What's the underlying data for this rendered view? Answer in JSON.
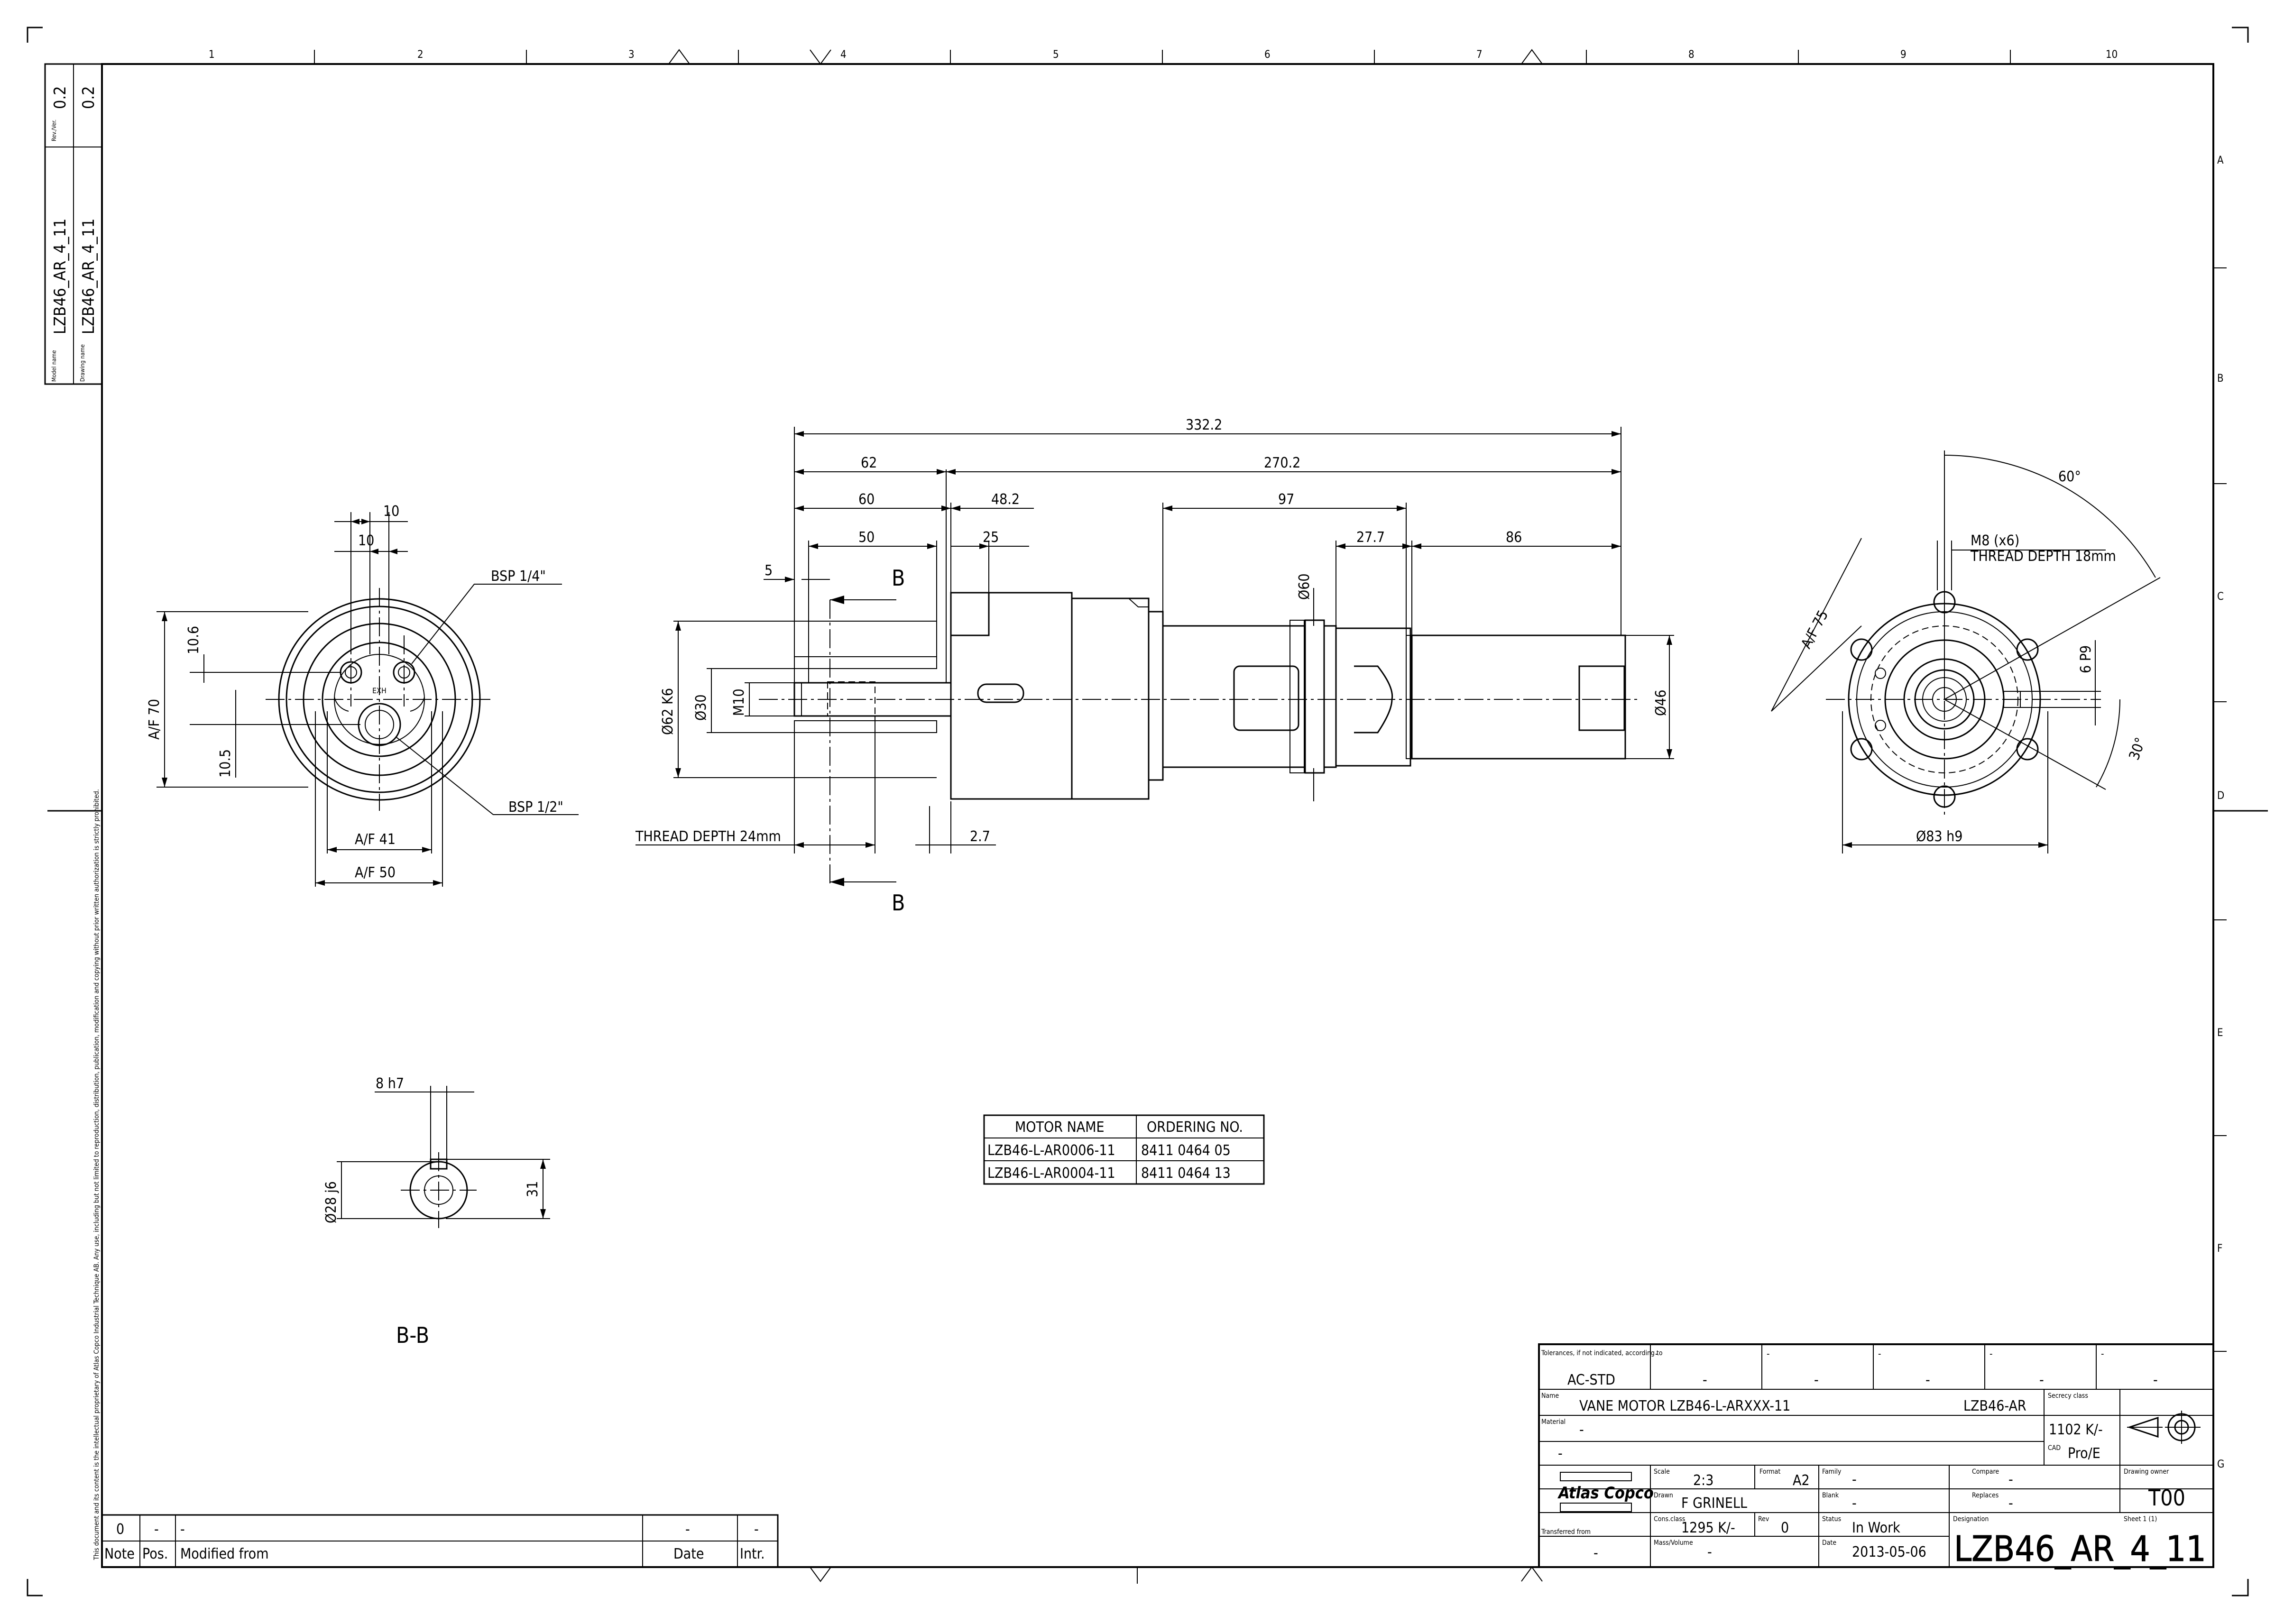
{
  "sheet": {
    "grid_columns": [
      "1",
      "2",
      "3",
      "4",
      "5",
      "6",
      "7",
      "8",
      "9",
      "10"
    ],
    "grid_rows": [
      "A",
      "B",
      "C",
      "D",
      "E",
      "F",
      "G"
    ]
  },
  "model_box": {
    "rev_label": "Rev./Ver.",
    "rev_value": "0.2",
    "rev2_value": "0.2",
    "model_label": "Model name",
    "model_value": "LZB46_AR_4_11",
    "drawing_label": "Drawing name",
    "drawing_value": "LZB46_AR_4_11"
  },
  "legal_text": "This document and its content is the intellectual proprietary of Atlas Copco Industrial Technique AB. Any use, including but not limited to reproduction, distribution, publication, modification and copying without prior written authorization is strictly prohibited.",
  "left_view": {
    "d_10_top": "10",
    "d_10_inner": "10",
    "d_10_6": "10.6",
    "d_10_5": "10.5",
    "d_af70": "A/F 70",
    "d_af41": "A/F 41",
    "d_af50": "A/F 50",
    "bsp14": "BSP 1/4\"",
    "bsp12": "BSP 1/2\""
  },
  "side_view": {
    "d_332": "332.2",
    "d_62": "62",
    "d_270": "270.2",
    "d_60": "60",
    "d_48": "48.2",
    "d_97": "97",
    "d_50": "50",
    "d_25": "25",
    "d_27_7": "27.7",
    "d_86": "86",
    "d_5": "5",
    "sec_b1": "B",
    "sec_b2": "B",
    "d_phi60": "Ø60",
    "d_phi62": "Ø62 K6",
    "d_phi30": "Ø30",
    "d_m10": "M10",
    "d_phi46": "Ø46",
    "thread": "THREAD DEPTH 24mm",
    "d_2_7": "2.7"
  },
  "right_view": {
    "d_60deg": "60°",
    "m8": "M8 (x6)",
    "thread": "THREAD DEPTH 18mm",
    "af75": "A/F 75",
    "p9": "6 P9",
    "d_30deg": "30°",
    "d_83": "Ø83 h9"
  },
  "section_bb": {
    "h7": "8 h7",
    "phi28": "Ø28 j6",
    "d31": "31",
    "label": "B-B"
  },
  "order_table": {
    "headers": [
      "MOTOR NAME",
      "ORDERING NO."
    ],
    "rows": [
      [
        "LZB46-L-AR0006-11",
        "8411 0464 05"
      ],
      [
        "LZB46-L-AR0004-11",
        "8411 0464 13"
      ]
    ]
  },
  "revision_block": {
    "row": [
      "0",
      "-",
      "-",
      "-",
      "-"
    ],
    "headers": [
      "Note",
      "Pos.",
      "Modified from",
      "Date",
      "Intr."
    ]
  },
  "title_block": {
    "tolerance_label": "Tolerances, if not indicated, according to",
    "tolerance_value": "AC-STD",
    "dash": "-",
    "name_label": "Name",
    "name_value": "VANE MOTOR LZB46-L-ARXXX-11",
    "name_code": "LZB46-AR",
    "material_label": "Material",
    "material_value": "-",
    "secrecy_label": "Secrecy class",
    "secrecy_value": "1102 K/-",
    "cad_label": "CAD",
    "cad_value": "Pro/E",
    "brand": "Atlas Copco",
    "scale_label": "Scale",
    "scale_value": "2:3",
    "format_label": "Format",
    "format_value": "A2",
    "family_label": "Family",
    "family_value": "-",
    "compare_label": "Compare",
    "compare_value": "-",
    "owner_label": "Drawing owner",
    "owner_value": "T00",
    "drawn_label": "Drawn",
    "drawn_value": "F GRINELL",
    "blank_label": "Blank",
    "blank_value": "-",
    "replaces_label": "Replaces",
    "replaces_value": "-",
    "cons_label": "Cons.class",
    "cons_value": "1295 K/-",
    "rev_label": "Rev",
    "rev_value": "0",
    "status_label": "Status",
    "status_value": "In Work",
    "designation_label": "Designation",
    "sheet_label": "Sheet 1 (1)",
    "transferred_label": "Transferred from",
    "transferred_value": "-",
    "mass_label": "Mass/Volume",
    "mass_value": "-",
    "date_label": "Date",
    "date_value": "2013-05-06",
    "designation_value": "LZB46_AR_4_11"
  }
}
